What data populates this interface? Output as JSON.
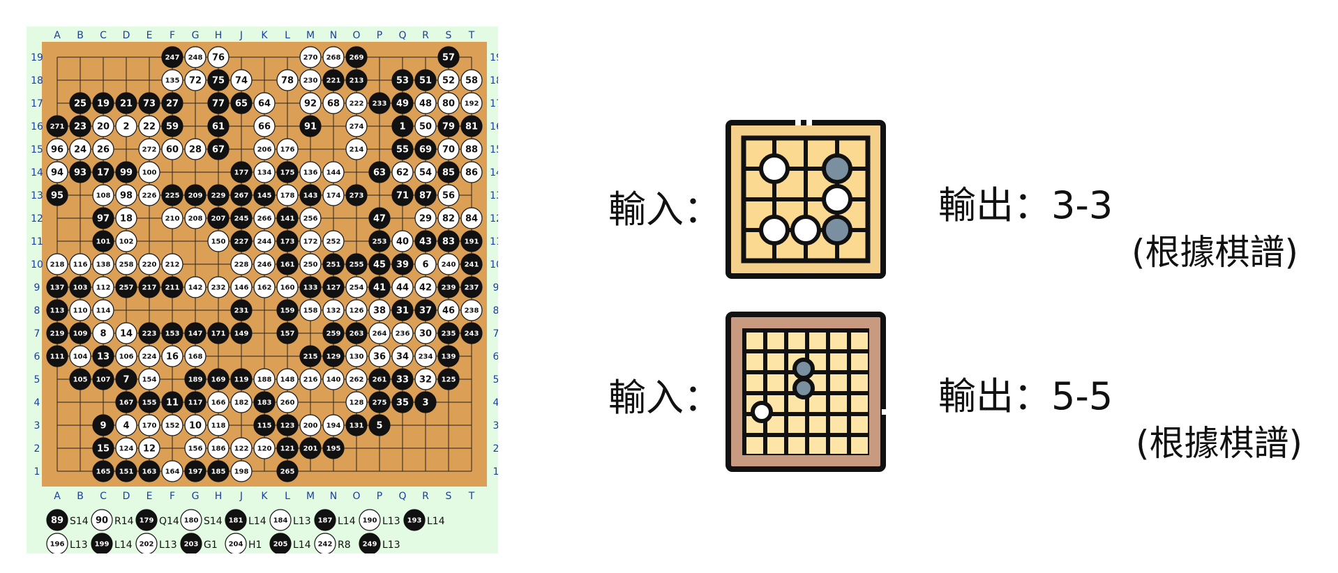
{
  "board": {
    "columns": [
      "A",
      "B",
      "C",
      "D",
      "E",
      "F",
      "G",
      "H",
      "J",
      "K",
      "L",
      "M",
      "N",
      "O",
      "P",
      "Q",
      "R",
      "S",
      "T"
    ],
    "rows": [
      "19",
      "18",
      "17",
      "16",
      "15",
      "14",
      "13",
      "12",
      "11",
      "10",
      "9",
      "8",
      "7",
      "6",
      "5",
      "4",
      "3",
      "2",
      "1"
    ],
    "stones": [
      [
        "F19",
        "b",
        "247"
      ],
      [
        "G19",
        "w",
        "248"
      ],
      [
        "H19",
        "w",
        "76"
      ],
      [
        "M19",
        "w",
        "270"
      ],
      [
        "N19",
        "w",
        "268"
      ],
      [
        "O19",
        "b",
        "269"
      ],
      [
        "S19",
        "b",
        "57"
      ],
      [
        "F18",
        "w",
        "135"
      ],
      [
        "G18",
        "w",
        "72"
      ],
      [
        "H18",
        "b",
        "75"
      ],
      [
        "J18",
        "w",
        "74"
      ],
      [
        "L18",
        "w",
        "78"
      ],
      [
        "M18",
        "w",
        "230"
      ],
      [
        "N18",
        "b",
        "221"
      ],
      [
        "O18",
        "b",
        "213"
      ],
      [
        "Q18",
        "b",
        "53"
      ],
      [
        "R18",
        "b",
        "51"
      ],
      [
        "S18",
        "w",
        "52"
      ],
      [
        "T18",
        "w",
        "58"
      ],
      [
        "B17",
        "b",
        "25"
      ],
      [
        "C17",
        "b",
        "19"
      ],
      [
        "D17",
        "b",
        "21"
      ],
      [
        "E17",
        "b",
        "73"
      ],
      [
        "F17",
        "b",
        "27"
      ],
      [
        "H17",
        "b",
        "77"
      ],
      [
        "J17",
        "b",
        "65"
      ],
      [
        "K17",
        "w",
        "64"
      ],
      [
        "M17",
        "w",
        "92"
      ],
      [
        "N17",
        "w",
        "68"
      ],
      [
        "O17",
        "w",
        "222"
      ],
      [
        "P17",
        "b",
        "233"
      ],
      [
        "Q17",
        "b",
        "49"
      ],
      [
        "R17",
        "w",
        "48"
      ],
      [
        "S17",
        "w",
        "80"
      ],
      [
        "T17",
        "w",
        "192"
      ],
      [
        "A16",
        "b",
        "271"
      ],
      [
        "B16",
        "b",
        "23"
      ],
      [
        "C16",
        "w",
        "20"
      ],
      [
        "D16",
        "w",
        "2"
      ],
      [
        "E16",
        "w",
        "22"
      ],
      [
        "F16",
        "b",
        "59"
      ],
      [
        "H16",
        "b",
        "61"
      ],
      [
        "K16",
        "w",
        "66"
      ],
      [
        "M16",
        "b",
        "91"
      ],
      [
        "O16",
        "w",
        "274"
      ],
      [
        "Q16",
        "b",
        "1"
      ],
      [
        "R16",
        "w",
        "50"
      ],
      [
        "S16",
        "b",
        "79"
      ],
      [
        "T16",
        "b",
        "81"
      ],
      [
        "A15",
        "w",
        "96"
      ],
      [
        "B15",
        "w",
        "24"
      ],
      [
        "C15",
        "w",
        "26"
      ],
      [
        "E15",
        "w",
        "272"
      ],
      [
        "F15",
        "w",
        "60"
      ],
      [
        "G15",
        "w",
        "28"
      ],
      [
        "H15",
        "b",
        "67"
      ],
      [
        "K15",
        "w",
        "206"
      ],
      [
        "L15",
        "w",
        "176"
      ],
      [
        "O15",
        "w",
        "214"
      ],
      [
        "Q15",
        "b",
        "55"
      ],
      [
        "R15",
        "b",
        "69"
      ],
      [
        "S15",
        "w",
        "70"
      ],
      [
        "T15",
        "w",
        "88"
      ],
      [
        "A14",
        "w",
        "94"
      ],
      [
        "B14",
        "b",
        "93"
      ],
      [
        "C14",
        "b",
        "17"
      ],
      [
        "D14",
        "b",
        "99"
      ],
      [
        "E14",
        "w",
        "100"
      ],
      [
        "J14",
        "b",
        "177"
      ],
      [
        "K14",
        "w",
        "134"
      ],
      [
        "L14",
        "b",
        "175"
      ],
      [
        "M14",
        "w",
        "136"
      ],
      [
        "N14",
        "w",
        "144"
      ],
      [
        "P14",
        "b",
        "63"
      ],
      [
        "Q14",
        "w",
        "62"
      ],
      [
        "R14",
        "w",
        "54"
      ],
      [
        "S14",
        "b",
        "85"
      ],
      [
        "T14",
        "w",
        "86"
      ],
      [
        "A13",
        "b",
        "95"
      ],
      [
        "C13",
        "w",
        "108"
      ],
      [
        "D13",
        "w",
        "98"
      ],
      [
        "E13",
        "w",
        "226"
      ],
      [
        "F13",
        "b",
        "225"
      ],
      [
        "G13",
        "b",
        "209"
      ],
      [
        "H13",
        "b",
        "229"
      ],
      [
        "J13",
        "b",
        "267"
      ],
      [
        "K13",
        "b",
        "145"
      ],
      [
        "L13",
        "w",
        "178"
      ],
      [
        "M13",
        "b",
        "143"
      ],
      [
        "N13",
        "w",
        "174"
      ],
      [
        "O13",
        "b",
        "273"
      ],
      [
        "Q13",
        "b",
        "71"
      ],
      [
        "R13",
        "b",
        "87"
      ],
      [
        "S13",
        "w",
        "56"
      ],
      [
        "C12",
        "b",
        "97"
      ],
      [
        "D12",
        "w",
        "18"
      ],
      [
        "F12",
        "w",
        "210"
      ],
      [
        "G12",
        "w",
        "208"
      ],
      [
        "H12",
        "b",
        "207"
      ],
      [
        "J12",
        "b",
        "245"
      ],
      [
        "K12",
        "w",
        "266"
      ],
      [
        "L12",
        "b",
        "141"
      ],
      [
        "M12",
        "w",
        "256"
      ],
      [
        "P12",
        "b",
        "47"
      ],
      [
        "R12",
        "w",
        "29"
      ],
      [
        "S12",
        "w",
        "82"
      ],
      [
        "T12",
        "w",
        "84"
      ],
      [
        "C11",
        "b",
        "101"
      ],
      [
        "D11",
        "w",
        "102"
      ],
      [
        "H11",
        "w",
        "150"
      ],
      [
        "J11",
        "b",
        "227"
      ],
      [
        "K11",
        "w",
        "244"
      ],
      [
        "L11",
        "b",
        "173"
      ],
      [
        "M11",
        "w",
        "172"
      ],
      [
        "N11",
        "w",
        "252"
      ],
      [
        "P11",
        "b",
        "253"
      ],
      [
        "Q11",
        "w",
        "40"
      ],
      [
        "R11",
        "b",
        "43"
      ],
      [
        "S11",
        "b",
        "83"
      ],
      [
        "T11",
        "b",
        "191"
      ],
      [
        "A10",
        "w",
        "218"
      ],
      [
        "B10",
        "w",
        "116"
      ],
      [
        "C10",
        "w",
        "138"
      ],
      [
        "D10",
        "w",
        "258"
      ],
      [
        "E10",
        "w",
        "220"
      ],
      [
        "F10",
        "w",
        "212"
      ],
      [
        "J10",
        "w",
        "228"
      ],
      [
        "K10",
        "w",
        "246"
      ],
      [
        "L10",
        "b",
        "161"
      ],
      [
        "M10",
        "w",
        "250"
      ],
      [
        "N10",
        "b",
        "251"
      ],
      [
        "O10",
        "b",
        "255"
      ],
      [
        "P10",
        "b",
        "45"
      ],
      [
        "Q10",
        "b",
        "39"
      ],
      [
        "R10",
        "w",
        "6"
      ],
      [
        "S10",
        "w",
        "240"
      ],
      [
        "T10",
        "b",
        "241"
      ],
      [
        "A9",
        "b",
        "137"
      ],
      [
        "B9",
        "b",
        "103"
      ],
      [
        "C9",
        "w",
        "112"
      ],
      [
        "D9",
        "b",
        "257"
      ],
      [
        "E9",
        "b",
        "217"
      ],
      [
        "F9",
        "b",
        "211"
      ],
      [
        "G9",
        "w",
        "142"
      ],
      [
        "H9",
        "w",
        "232"
      ],
      [
        "J9",
        "w",
        "146"
      ],
      [
        "K9",
        "w",
        "162"
      ],
      [
        "L9",
        "w",
        "160"
      ],
      [
        "M9",
        "b",
        "133"
      ],
      [
        "N9",
        "b",
        "127"
      ],
      [
        "O9",
        "w",
        "254"
      ],
      [
        "P9",
        "b",
        "41"
      ],
      [
        "Q9",
        "w",
        "44"
      ],
      [
        "R9",
        "w",
        "42"
      ],
      [
        "S9",
        "b",
        "239"
      ],
      [
        "T9",
        "b",
        "237"
      ],
      [
        "A8",
        "b",
        "113"
      ],
      [
        "B8",
        "w",
        "110"
      ],
      [
        "C8",
        "w",
        "114"
      ],
      [
        "J8",
        "b",
        "231"
      ],
      [
        "L8",
        "b",
        "159"
      ],
      [
        "M8",
        "w",
        "158"
      ],
      [
        "N8",
        "w",
        "132"
      ],
      [
        "O8",
        "w",
        "126"
      ],
      [
        "P8",
        "w",
        "38"
      ],
      [
        "Q8",
        "b",
        "31"
      ],
      [
        "R8",
        "b",
        "37"
      ],
      [
        "S8",
        "w",
        "46"
      ],
      [
        "T8",
        "w",
        "238"
      ],
      [
        "A7",
        "b",
        "219"
      ],
      [
        "B7",
        "b",
        "109"
      ],
      [
        "C7",
        "w",
        "8"
      ],
      [
        "D7",
        "w",
        "14"
      ],
      [
        "E7",
        "b",
        "223"
      ],
      [
        "F7",
        "b",
        "153"
      ],
      [
        "G7",
        "b",
        "147"
      ],
      [
        "H7",
        "b",
        "171"
      ],
      [
        "J7",
        "b",
        "149"
      ],
      [
        "L7",
        "b",
        "157"
      ],
      [
        "N7",
        "b",
        "259"
      ],
      [
        "O7",
        "b",
        "263"
      ],
      [
        "P7",
        "w",
        "264"
      ],
      [
        "Q7",
        "w",
        "236"
      ],
      [
        "R7",
        "w",
        "30"
      ],
      [
        "S7",
        "b",
        "235"
      ],
      [
        "T7",
        "b",
        "243"
      ],
      [
        "A6",
        "b",
        "111"
      ],
      [
        "B6",
        "w",
        "104"
      ],
      [
        "C6",
        "b",
        "13"
      ],
      [
        "D6",
        "w",
        "106"
      ],
      [
        "E6",
        "w",
        "224"
      ],
      [
        "F6",
        "w",
        "16"
      ],
      [
        "G6",
        "w",
        "168"
      ],
      [
        "M6",
        "b",
        "215"
      ],
      [
        "N6",
        "b",
        "129"
      ],
      [
        "O6",
        "w",
        "130"
      ],
      [
        "P6",
        "w",
        "36"
      ],
      [
        "Q6",
        "w",
        "34"
      ],
      [
        "R6",
        "w",
        "234"
      ],
      [
        "S6",
        "b",
        "139"
      ],
      [
        "B5",
        "b",
        "105"
      ],
      [
        "C5",
        "b",
        "107"
      ],
      [
        "D5",
        "b",
        "7"
      ],
      [
        "E5",
        "w",
        "154"
      ],
      [
        "G5",
        "b",
        "189"
      ],
      [
        "H5",
        "b",
        "169"
      ],
      [
        "J5",
        "b",
        "119"
      ],
      [
        "K5",
        "w",
        "188"
      ],
      [
        "L5",
        "w",
        "148"
      ],
      [
        "M5",
        "w",
        "216"
      ],
      [
        "N5",
        "w",
        "140"
      ],
      [
        "O5",
        "w",
        "262"
      ],
      [
        "P5",
        "b",
        "261"
      ],
      [
        "Q5",
        "b",
        "33"
      ],
      [
        "R5",
        "w",
        "32"
      ],
      [
        "S5",
        "b",
        "125"
      ],
      [
        "D4",
        "b",
        "167"
      ],
      [
        "E4",
        "b",
        "155"
      ],
      [
        "F4",
        "b",
        "11"
      ],
      [
        "G4",
        "b",
        "117"
      ],
      [
        "H4",
        "w",
        "166"
      ],
      [
        "J4",
        "w",
        "182"
      ],
      [
        "K4",
        "b",
        "183"
      ],
      [
        "L4",
        "w",
        "260"
      ],
      [
        "O4",
        "w",
        "128"
      ],
      [
        "P4",
        "b",
        "275"
      ],
      [
        "Q4",
        "b",
        "35"
      ],
      [
        "R4",
        "b",
        "3"
      ],
      [
        "C3",
        "b",
        "9"
      ],
      [
        "D3",
        "w",
        "4"
      ],
      [
        "E3",
        "w",
        "170"
      ],
      [
        "F3",
        "w",
        "152"
      ],
      [
        "G3",
        "w",
        "10"
      ],
      [
        "H3",
        "w",
        "118"
      ],
      [
        "K3",
        "b",
        "115"
      ],
      [
        "L3",
        "b",
        "123"
      ],
      [
        "M3",
        "w",
        "200"
      ],
      [
        "N3",
        "w",
        "194"
      ],
      [
        "O3",
        "b",
        "131"
      ],
      [
        "P3",
        "b",
        "5"
      ],
      [
        "C2",
        "b",
        "15"
      ],
      [
        "D2",
        "w",
        "124"
      ],
      [
        "E2",
        "w",
        "12"
      ],
      [
        "G2",
        "w",
        "156"
      ],
      [
        "H2",
        "w",
        "186"
      ],
      [
        "J2",
        "w",
        "122"
      ],
      [
        "K2",
        "w",
        "120"
      ],
      [
        "L2",
        "b",
        "121"
      ],
      [
        "M2",
        "b",
        "201"
      ],
      [
        "N2",
        "b",
        "195"
      ],
      [
        "C1",
        "b",
        "165"
      ],
      [
        "D1",
        "b",
        "151"
      ],
      [
        "E1",
        "b",
        "163"
      ],
      [
        "F1",
        "w",
        "164"
      ],
      [
        "G1",
        "b",
        "197"
      ],
      [
        "H1",
        "b",
        "185"
      ],
      [
        "J1",
        "w",
        "198"
      ],
      [
        "L1",
        "b",
        "265"
      ]
    ],
    "extra_moves": [
      [
        [
          "b",
          "89",
          "S14"
        ],
        [
          "w",
          "90",
          "R14"
        ],
        [
          "b",
          "179",
          "Q14"
        ],
        [
          "w",
          "180",
          "S14"
        ],
        [
          "b",
          "181",
          "L14"
        ],
        [
          "w",
          "184",
          "L13"
        ],
        [
          "b",
          "187",
          "L14"
        ],
        [
          "w",
          "190",
          "L13"
        ],
        [
          "b",
          "193",
          "L14"
        ]
      ],
      [
        [
          "w",
          "196",
          "L13"
        ],
        [
          "b",
          "199",
          "L14"
        ],
        [
          "w",
          "202",
          "L13"
        ],
        [
          "b",
          "203",
          "G1"
        ],
        [
          "w",
          "204",
          "H1"
        ],
        [
          "b",
          "205",
          "L14"
        ],
        [
          "w",
          "242",
          "R8"
        ],
        [
          "b",
          "249",
          "L13"
        ]
      ]
    ]
  },
  "examples": [
    {
      "input_label": "輸入：",
      "output_label": "輸出：3-3",
      "note": "(根據棋譜)"
    },
    {
      "input_label": "輸入：",
      "output_label": "輸出：5-5",
      "note": "(根據棋譜)"
    }
  ],
  "colors": {
    "panel_bg": "#e2fbe2",
    "board_wood": "#dba055",
    "grid": "#222222",
    "coord_text": "#1a3fa0",
    "icon_outline": "#111111",
    "icon1_tile": "#fbd991",
    "icon1_frame": "#f5d08a",
    "icon2_frame": "#c89a80",
    "icon2_tile": "#fde5a8",
    "icon_accent_stone": "#7a8fa0"
  }
}
